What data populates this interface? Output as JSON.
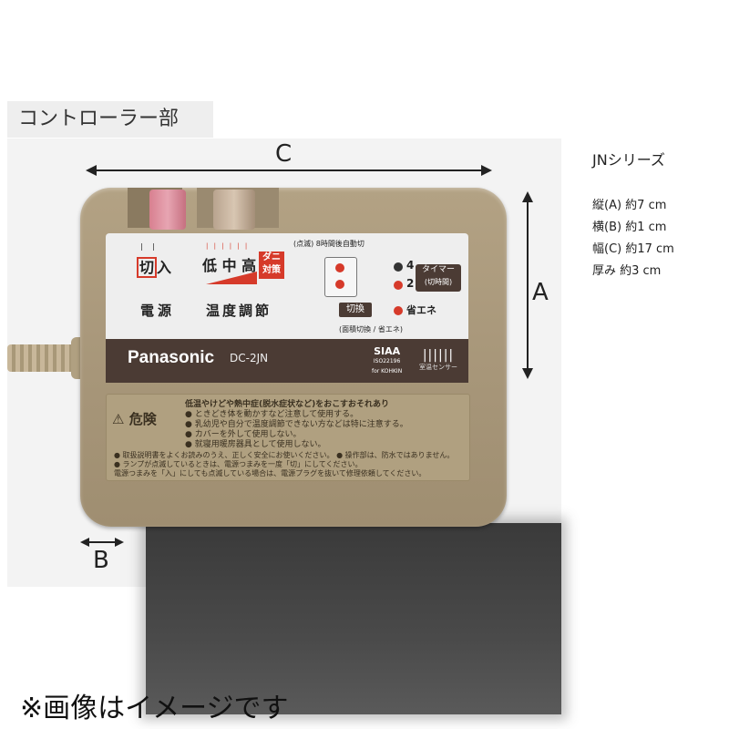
{
  "section_label": "コントローラー部",
  "dimensions": {
    "c": "C",
    "a": "A",
    "b": "B"
  },
  "controller": {
    "power": {
      "off": "切",
      "on": "入",
      "label": "電源"
    },
    "temperature": {
      "levels": "低 中 高",
      "tick_marks": "| | | | | |",
      "mite_mode": "ダニ対策",
      "label": "温度調節"
    },
    "timer": {
      "blink_note": "(点滅) 8時間後自動切",
      "level_4": "4",
      "level_2": "2",
      "timer_label": "タイマー",
      "timer_sub": "(切時間)",
      "switch_label": "切換",
      "eco_label": "省エネ",
      "bottom_note": "(面積切換 / 省エネ)"
    },
    "brand": "Panasonic",
    "model": "DC-2JN",
    "siaa": {
      "name": "SIAA",
      "line1": "ISO22196",
      "line2": "for KOHKIN"
    },
    "sensor": {
      "bars": "||||||",
      "label": "室温センサー"
    },
    "warning": {
      "title": "危険",
      "lines": [
        "低温やけどや熱中症(脱水症状など)をおこすおそれあり",
        "● ときどき体を動かすなど注意して使用する。",
        "● 乳幼児や自分で温度調節できない方などは特に注意する。",
        "● カバーを外して使用しない。",
        "● 就寝用暖房器具として使用しない。"
      ],
      "footer_lines": [
        "● 取扱説明書をよくお読みのうえ、正しく安全にお使いください。 ● 操作部は、防水ではありません。",
        "● ランプが点滅しているときは、電源つまみを一度「切」にしてください。",
        "電源つまみを「入」にしても点滅している場合は、電源プラグを抜いて修理依頼してください。"
      ]
    }
  },
  "specs": {
    "series": "JNシリーズ",
    "rows": [
      "縦(A) 約7 cm",
      "横(B) 約1 cm",
      "幅(C) 約17 cm",
      "厚み 約3 cm"
    ]
  },
  "footer_note": "※画像はイメージです",
  "colors": {
    "body": "#a8977a",
    "brand_bar": "#4b3b34",
    "indicator_red": "#d63a2a",
    "power_knob": "#e7a5b2"
  }
}
